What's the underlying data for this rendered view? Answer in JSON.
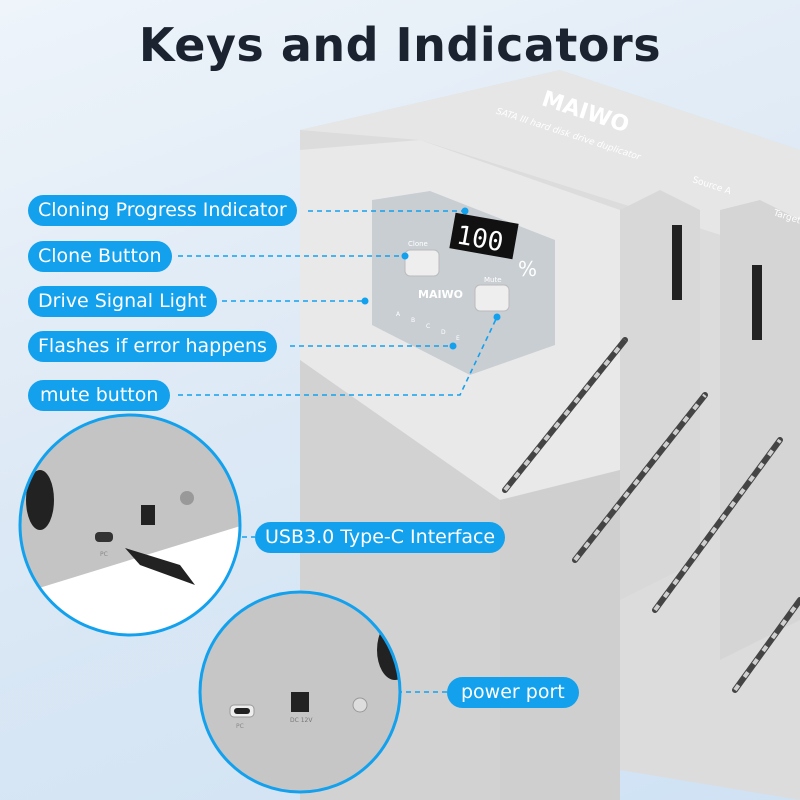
{
  "title": "Keys and Indicators",
  "device": {
    "brand": "MAIWO",
    "subtitle": "SATA III hard disk drive duplicator",
    "display_value": "100",
    "display_unit": "%",
    "clone_key": "Clone",
    "mute_key": "Mute",
    "slot_a": "Source A",
    "slot_b": "Target",
    "led_letters": [
      "A",
      "B",
      "C",
      "D",
      "E"
    ],
    "port_pc": "PC",
    "port_dc": "DC 12V"
  },
  "callouts": {
    "progress": "Cloning Progress Indicator",
    "clone": "Clone Button",
    "signal": "Drive Signal Light",
    "error": "Flashes if error happens",
    "mute": "mute button",
    "usb": "USB3.0 Type-C Interface",
    "power": "power port"
  },
  "colors": {
    "accent": "#13a1ee",
    "title": "#1b2330"
  }
}
